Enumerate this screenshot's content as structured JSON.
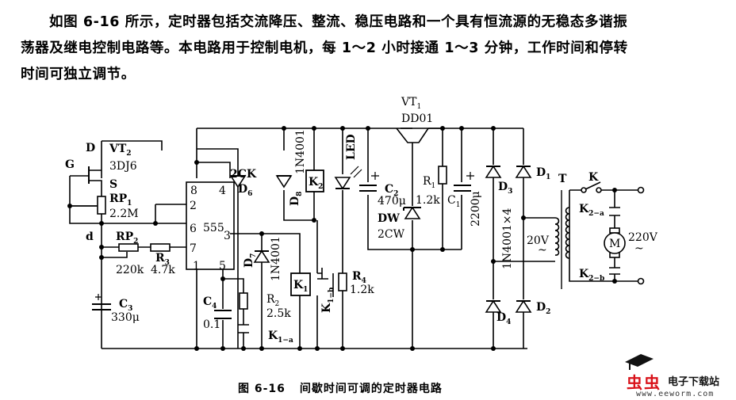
{
  "description": {
    "lines": [
      "如图 6-16 所示，定时器包括交流降压、整流、稳压电路和一个具有恒流源的无稳态多谐振",
      "荡器及继电控制电路等。本电路用于控制电机，每 1～2 小时接通 1～3 分钟，工作时间和停转",
      "时间可独立调节。"
    ]
  },
  "figure": {
    "number": "图 6-16",
    "title": "间歇时间可调的定时器电路"
  },
  "components": {
    "vt2": {
      "name": "VT",
      "sub": "2",
      "model": "3DJ6",
      "pins": {
        "d": "D",
        "g": "G",
        "s": "S"
      }
    },
    "rp1": {
      "name": "RP",
      "sub": "1",
      "value": "2.2M"
    },
    "rp2": {
      "name": "RP",
      "sub": "2",
      "value": "220k"
    },
    "r3": {
      "name": "R",
      "sub": "3",
      "value": "4.7k"
    },
    "c3": {
      "name": "C",
      "sub": "3",
      "value": "330μ"
    },
    "c4": {
      "name": "C",
      "sub": "4",
      "value": "0.1"
    },
    "ic": {
      "name": "555",
      "pins": [
        "8",
        "4",
        "2",
        "6",
        "7",
        "1",
        "5",
        "3"
      ]
    },
    "node_d": "d",
    "d6": {
      "name": "D",
      "sub": "6",
      "model": "2CK"
    },
    "d7": {
      "name": "D",
      "sub": "7",
      "model": "1N4001"
    },
    "d8": {
      "name": "D",
      "sub": "8",
      "model": "1N4001"
    },
    "r2": {
      "name": "R",
      "sub": "2",
      "value": "2.5k"
    },
    "k1": {
      "name": "K",
      "sub": "1"
    },
    "k1a": {
      "name": "K",
      "sub": "1−a"
    },
    "k1b": {
      "name": "K",
      "sub": "1−b"
    },
    "k2": {
      "name": "K",
      "sub": "2"
    },
    "k2a": {
      "name": "K",
      "sub": "2−a"
    },
    "k2b": {
      "name": "K",
      "sub": "2−b"
    },
    "led": {
      "name": "LED"
    },
    "r4": {
      "name": "R",
      "sub": "4",
      "value": "1.2k"
    },
    "vt1": {
      "name": "VT",
      "sub": "1",
      "model": "DD01"
    },
    "c2": {
      "name": "C",
      "sub": "2",
      "value": "470μ"
    },
    "dw": {
      "name": "DW",
      "model": "2CW"
    },
    "r1": {
      "name": "R",
      "sub": "1",
      "value": "1.2k"
    },
    "c1": {
      "name": "C",
      "sub": "1",
      "value": "2200μ"
    },
    "bridge": {
      "model": "1N4001×4",
      "diodes": [
        "D1",
        "D2",
        "D3",
        "D4"
      ]
    },
    "d1": {
      "name": "D",
      "sub": "1"
    },
    "d2": {
      "name": "D",
      "sub": "2"
    },
    "d3": {
      "name": "D",
      "sub": "3"
    },
    "d4": {
      "name": "D",
      "sub": "4"
    },
    "transformer": {
      "name": "T",
      "secondary": "20V",
      "ac": "~"
    },
    "switch": {
      "name": "K"
    },
    "motor": {
      "name": "M",
      "voltage": "220V",
      "ac": "~"
    }
  },
  "watermark": {
    "brand": "虫虫",
    "brand_text": "电子下载站",
    "url": "www.eeworm.com",
    "brand_color": "#d9121a"
  }
}
